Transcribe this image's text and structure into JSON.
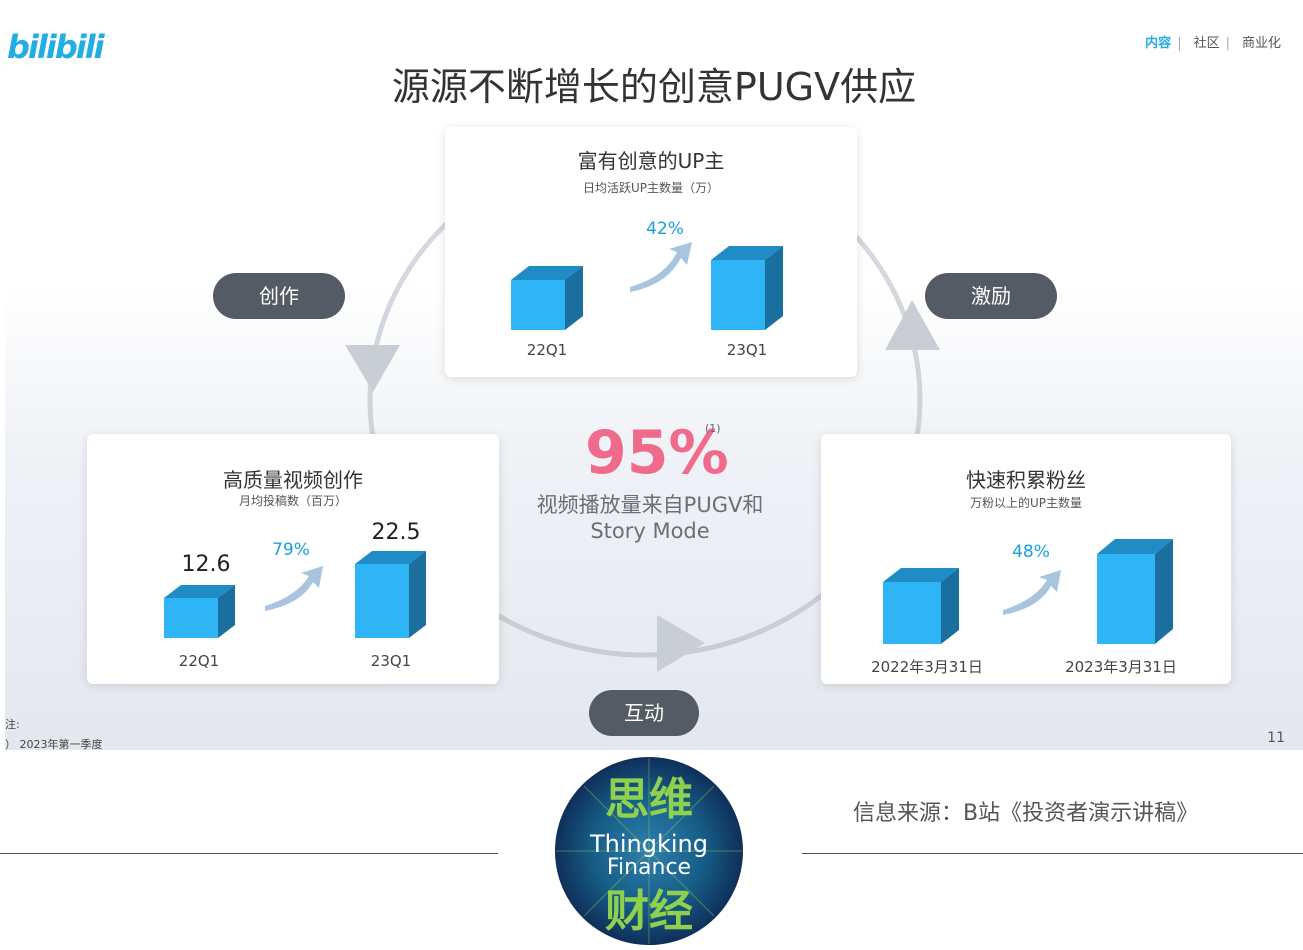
{
  "header": {
    "logo_text": "bilibili",
    "nav": [
      "内容",
      "社区",
      "商业化"
    ],
    "nav_active": "内容",
    "title": "源源不断增长的创意PUGV供应"
  },
  "cycle": {
    "labels": {
      "create": "创作",
      "reward": "激励",
      "interact": "互动"
    },
    "center_pct": "95%",
    "center_note": "(1)",
    "center_line1": "视频播放量来自PUGV和",
    "center_line2": "Story Mode"
  },
  "cards": {
    "top": {
      "title": "富有创意的UP主",
      "subtitle": "日均活跃UP主数量（万）",
      "growth": "42%",
      "x1": "22Q1",
      "x2": "23Q1"
    },
    "left": {
      "title": "高质量视频创作",
      "subtitle": "月均投稿数（百万）",
      "growth": "79%",
      "v1": "12.6",
      "v2": "22.5",
      "x1": "22Q1",
      "x2": "23Q1"
    },
    "right": {
      "title": "快速积累粉丝",
      "subtitle": "万粉以上的UP主数量",
      "growth": "48%",
      "x1": "2022年3月31日",
      "x2": "2023年3月31日"
    }
  },
  "footer": {
    "note_label": "注:",
    "note_1": "） 2023年第一季度",
    "page_number": "11"
  },
  "emblem": {
    "cn_top": "思维",
    "en_1": "Thingking",
    "en_2": "Finance",
    "cn_bottom": "财经"
  },
  "source_text": "信息来源：B站《投资者演示讲稿》",
  "colors": {
    "accent": "#23ade5",
    "bar_front": "#2fb4f5",
    "bar_top": "#1f8cc6",
    "bar_side": "#1a6f9f",
    "pill": "#545b64",
    "highlight": "#f06a8c"
  }
}
